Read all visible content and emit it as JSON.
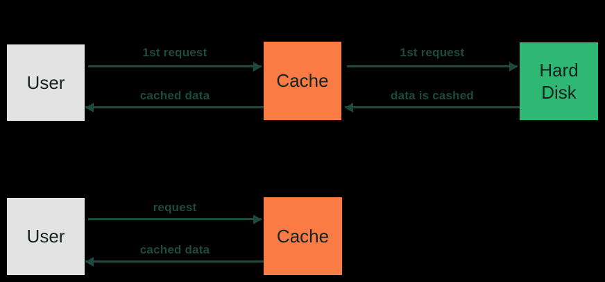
{
  "colors": {
    "background": "#000000",
    "user_box": "#e3e3e3",
    "cache_box": "#fa7c44",
    "disk_box": "#2fb873",
    "arrow": "#1d4a3f",
    "box_label": "#152420"
  },
  "top_scene": {
    "user_label": "User",
    "cache_label": "Cache",
    "disk_label": "Hard Disk",
    "flows": [
      {
        "label": "1st request",
        "from": "user",
        "to": "cache",
        "direction": "right"
      },
      {
        "label": "cached data",
        "from": "cache",
        "to": "user",
        "direction": "left"
      },
      {
        "label": "1st request",
        "from": "cache",
        "to": "hard-disk",
        "direction": "right"
      },
      {
        "label": "data is cashed",
        "from": "hard-disk",
        "to": "cache",
        "direction": "left"
      }
    ]
  },
  "bottom_scene": {
    "user_label": "User",
    "cache_label": "Cache",
    "flows": [
      {
        "label": "request",
        "from": "user",
        "to": "cache",
        "direction": "right"
      },
      {
        "label": "cached data",
        "from": "cache",
        "to": "user",
        "direction": "left"
      }
    ]
  }
}
